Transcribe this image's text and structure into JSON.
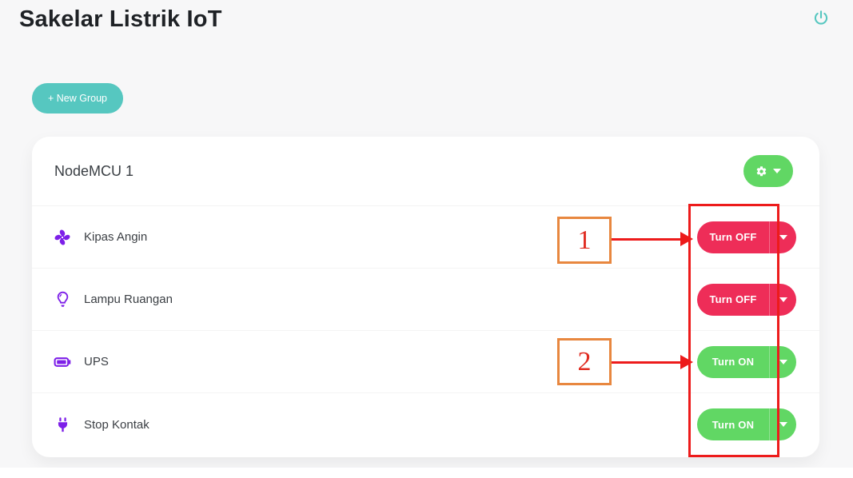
{
  "page": {
    "title": "Sakelar Listrik IoT"
  },
  "header": {
    "power_icon": "power-icon"
  },
  "toolbar": {
    "new_group_label": "+ New Group"
  },
  "group_card": {
    "name": "NodeMCU 1",
    "settings_icon": "gear-icon",
    "devices": [
      {
        "label": "Kipas Angin",
        "icon": "fan-icon",
        "action": "Turn OFF",
        "state": "off"
      },
      {
        "label": "Lampu Ruangan",
        "icon": "lightbulb-icon",
        "action": "Turn OFF",
        "state": "off"
      },
      {
        "label": "UPS",
        "icon": "battery-icon",
        "action": "Turn ON",
        "state": "on"
      },
      {
        "label": "Stop Kontak",
        "icon": "plug-icon",
        "action": "Turn ON",
        "state": "on"
      }
    ]
  },
  "annotations": {
    "callouts": [
      {
        "number": "1",
        "points_to": "Kipas Angin Turn OFF button"
      },
      {
        "number": "2",
        "points_to": "UPS Turn ON button"
      }
    ],
    "highlight": "button-column-rectangle"
  },
  "colors": {
    "teal": "#56c7c0",
    "green": "#61d764",
    "red_button": "#ee2d58",
    "purple_icon": "#7d1fe8",
    "annotation_red": "#ed1b1b",
    "annotation_orange": "#e8873f",
    "card_bg": "#ffffff",
    "page_bg": "#f7f7f8"
  }
}
